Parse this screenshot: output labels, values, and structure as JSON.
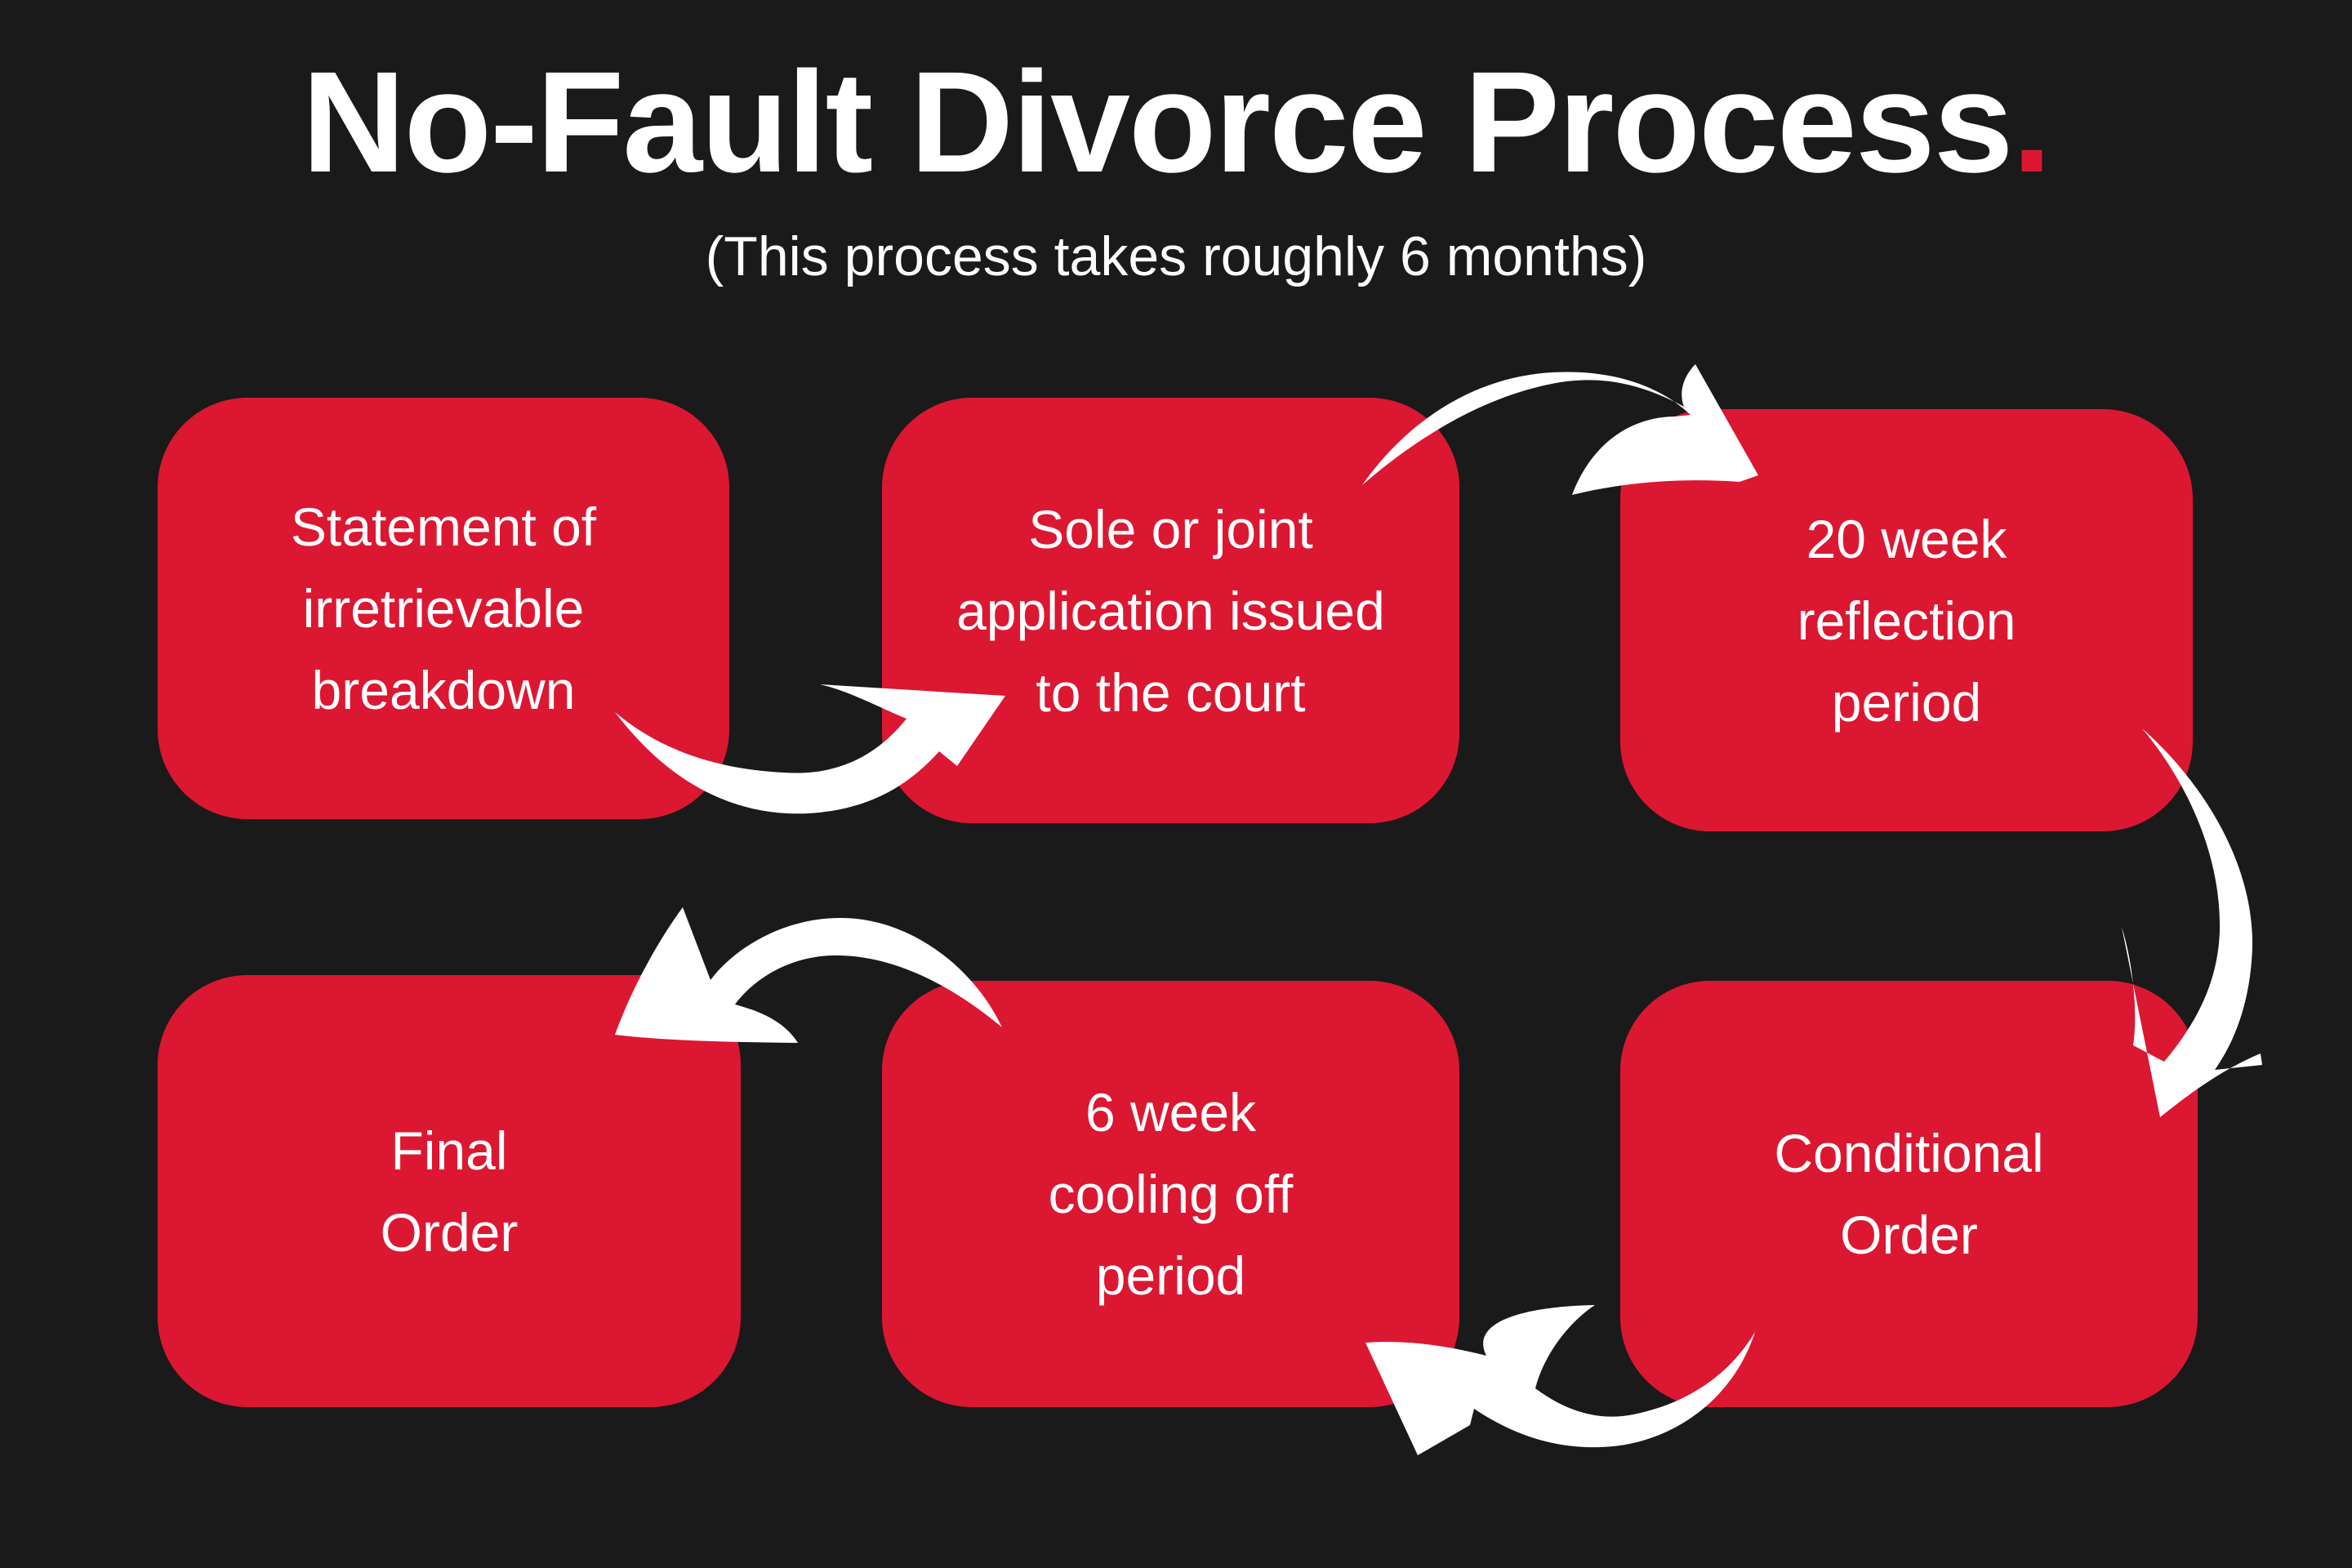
{
  "title": {
    "text": "No-Fault Divorce Process",
    "accent_dot": "."
  },
  "subtitle": "(This process takes roughly 6 months)",
  "colors": {
    "background": "#1a1a1a",
    "box": "#dc1732",
    "text": "#ffffff",
    "arrow": "#ffffff"
  },
  "steps": [
    {
      "order": 1,
      "label": "Statement of\nirretrievable\nbreakdown"
    },
    {
      "order": 2,
      "label": "Sole or joint\napplication issued\nto the court"
    },
    {
      "order": 3,
      "label": "20 week\nreflection\nperiod"
    },
    {
      "order": 4,
      "label": "Conditional\nOrder"
    },
    {
      "order": 5,
      "label": "6 week\ncooling off\nperiod"
    },
    {
      "order": 6,
      "label": "Final\nOrder"
    }
  ],
  "arrows": [
    {
      "from": 1,
      "to": 2,
      "icon": "curved-arrow-icon"
    },
    {
      "from": 2,
      "to": 3,
      "icon": "curved-arrow-icon"
    },
    {
      "from": 3,
      "to": 4,
      "icon": "curved-arrow-icon"
    },
    {
      "from": 4,
      "to": 5,
      "icon": "curved-arrow-icon"
    },
    {
      "from": 5,
      "to": 6,
      "icon": "curved-arrow-icon"
    }
  ]
}
